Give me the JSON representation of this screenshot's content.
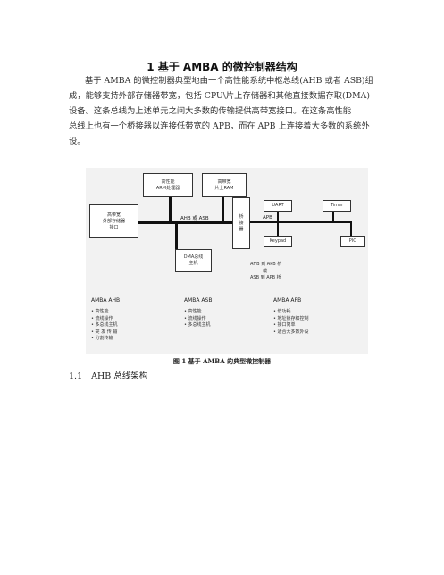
{
  "title": "1  基于 AMBA 的微控制器结构",
  "paragraph": {
    "lines": [
      "基于 AMBA 的微控制器典型地由一个高性能系统中枢总线(AHB 或者 ASB)组",
      "成，能够支持外部存储器带宽，包括 CPU\\片上存储器和其他直接数据存取(DMA)",
      "设备。这条总线为上述单元之间大多数的传输提供高带宽接口。在这条高性能",
      "总线上也有一个桥接器以连接低带宽的 APB，而在 APB 上连接着大多数的系统外",
      "设。"
    ]
  },
  "figure": {
    "cpu": [
      "高性能",
      "ARM处理器"
    ],
    "ram": [
      "高带宽",
      "片上RAM"
    ],
    "ext_mem": [
      "高带宽",
      "外部存储器",
      "接口"
    ],
    "bus_label": "AHB 或 ASB",
    "bridge": [
      "桥",
      "接",
      "器"
    ],
    "apb_label": "APB",
    "uart": "UART",
    "timer": "Timer",
    "keypad": "Keypad",
    "pio": "PIO",
    "dma": [
      "DMA总线",
      "主机"
    ],
    "legend": [
      "AHB 到 APB 桥",
      "或",
      "ASB 到 APB 桥"
    ],
    "columns": [
      {
        "heading": "AMBA AHB",
        "items": [
          "高性能",
          "流线操作",
          "多总线主机",
          "突 发 传 输",
          "分割传输"
        ]
      },
      {
        "heading": "AMBA ASB",
        "items": [
          "高性能",
          "流线操作",
          "多总线主机"
        ]
      },
      {
        "heading": "AMBA APB",
        "items": [
          "低功耗",
          "地址锁存和控制",
          "接口简单",
          "适合大多数外设"
        ]
      }
    ]
  },
  "caption": "图 1 基于 AMBA 的典型微控制器",
  "section": {
    "number": "1.1",
    "title": "AHB 总线架构"
  }
}
